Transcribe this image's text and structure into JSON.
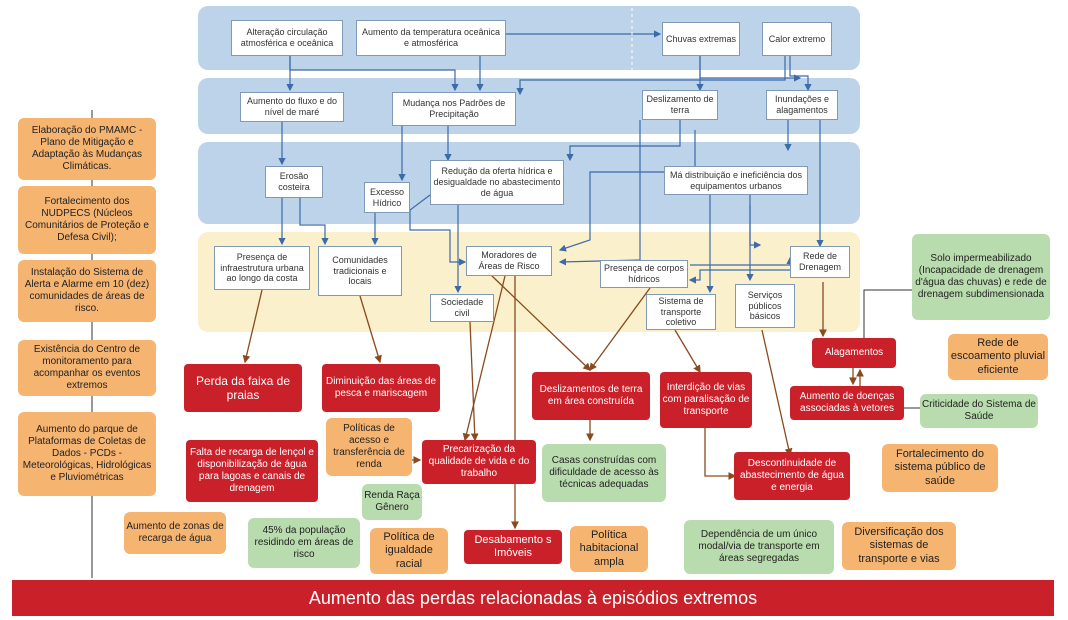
{
  "nodes": {
    "n_circ": "Alteração circulação atmosférica e oceânica",
    "n_temp": "Aumento da temperatura oceânica e atmosférica",
    "n_chuvas": "Chuvas extremas",
    "n_calor": "Calor extremo",
    "n_fluxo": "Aumento do fluxo e do nível de maré",
    "n_padroes": "Mudança nos Padrões de Precipitação",
    "n_desliz_terra": "Deslizamento de terra",
    "n_inund": "Inundações e alagamentos",
    "n_erosao": "Erosão costeira",
    "n_excesso": "Excesso Hídrico",
    "n_oferta": "Redução da oferta hídrica e desigualdade no abastecimento de água",
    "n_ma_dist": "Má distribuição e ineficiência dos equipamentos urbanos",
    "n_infra": "Presença de infraestrutura urbana ao longo da costa",
    "n_comunid": "Comunidades tradicionais e locais",
    "n_moradores": "Moradores de Áreas de Risco",
    "n_corpos": "Presença de corpos hídricos",
    "n_rede": "Rede de Drenagem",
    "n_sociedade": "Sociedade civil",
    "n_transporte": "Sistema de transporte coletivo",
    "n_servicos": "Serviços públicos básicos",
    "r_perda_praia": "Perda da faixa de praias",
    "r_pesca": "Diminuição das áreas de pesca e mariscagem",
    "r_desliz": "Deslizamentos de terra em área construída",
    "r_interd": "Interdição de vias com paralisação de transporte",
    "r_alag": "Alagamentos",
    "r_doencas": "Aumento de doenças associadas à vetores",
    "r_recarga": "Falta de recarga de lençol e disponibilização de água para lagoas e canais de drenagem",
    "r_precar": "Precarização da qualidade de vida e do trabalho",
    "r_desab": "Desabamento s Imóveis",
    "r_descont": "Descontinuidade de abastecimento de água e energia",
    "o_pmamc": "Elaboração do PMAMC - Plano de Mitigação e Adaptação às Mudanças Climáticas.",
    "o_nudpecs": "Fortalecimento dos NUDPECS (Núcleos Comunitários de Proteção e Defesa Civil);",
    "o_alerta": "Instalação do Sistema de Alerta e Alarme em 10 (dez) comunidades de áreas de risco.",
    "o_centro": "Existência do Centro de monitoramento para acompanhar os eventos extremos",
    "o_plataf": "Aumento do parque de Plataformas de Coletas de Dados - PCDs - Meteorológicas, Hidrológicas e Pluviométricas",
    "o_politicas_ac": "Políticas de acesso e transferência de renda",
    "o_zonas": "Aumento de zonas de recarga de água",
    "o_igualdade": "Política de igualdade racial",
    "o_habitacional": "Política habitacional ampla",
    "o_rede_esc": "Rede de escoamento pluvial eficiente",
    "o_saude": "Fortalecimento do sistema público de saúde",
    "o_diversif": "Diversificação dos sistemas de transporte e vias",
    "g_solo": "Solo impermeabilizado (Incapacidade de drenagem d'água das chuvas) e rede de drenagem subdimensionada",
    "g_critic": "Criticidade do Sistema de Saúde",
    "g_casas": "Casas construídas com dificuldade de acesso às técnicas adequadas",
    "g_renda": "Renda Raça Gênero",
    "g_45": "45% da população residindo em áreas de risco",
    "g_dep": "Dependência de um único modal/via de transporte em áreas segregadas"
  },
  "footer": "Aumento das perdas relacionadas à episódios extremos",
  "colors": {
    "band_blue": "#bcd3ea",
    "band_cream": "#fbf0cc",
    "red": "#c9202a",
    "orange": "#f6b471",
    "green": "#b9dcae",
    "arrow_blue": "#3d6aa8",
    "arrow_brown": "#8a4a1f"
  }
}
